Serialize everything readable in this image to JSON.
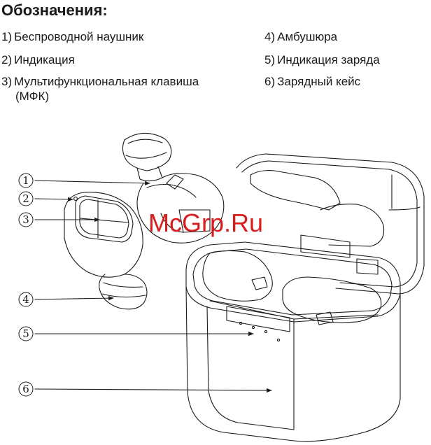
{
  "title": "Обозначения:",
  "legend": [
    {
      "num": "1)",
      "text": "Беспроводной наушник",
      "sub": ""
    },
    {
      "num": "2)",
      "text": "Индикация",
      "sub": ""
    },
    {
      "num": "3)",
      "text": "Мультифункциональная клавиша",
      "sub": "(МФК)"
    },
    {
      "num": "4)",
      "text": "Амбушюра",
      "sub": ""
    },
    {
      "num": "5)",
      "text": "Индикация заряда",
      "sub": ""
    },
    {
      "num": "6)",
      "text": "Зарядный кейс",
      "sub": ""
    }
  ],
  "callouts": [
    "1",
    "2",
    "3",
    "4",
    "5",
    "6"
  ],
  "watermark": "McGrp.Ru",
  "colors": {
    "line": "#1a1a1a",
    "watermark": "#d61e1e"
  }
}
